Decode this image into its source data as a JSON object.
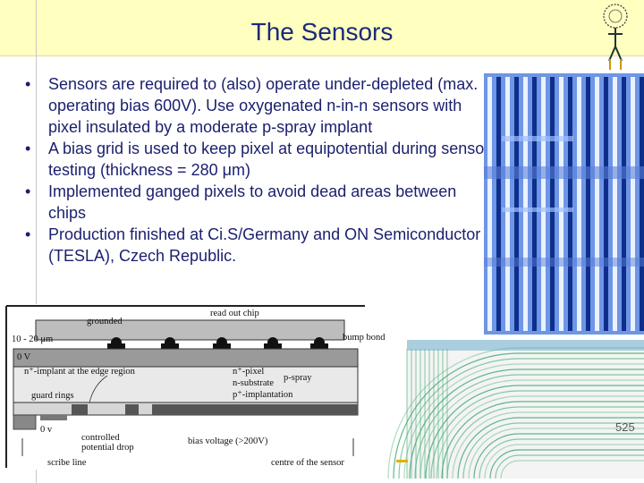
{
  "slide": {
    "title": "The Sensors",
    "bullets": [
      "Sensors are required to (also) operate under-depleted (max. operating bias 600V). Use oxygenated n-in-n sensors with pixel insulated by a moderate p-spray implant",
      "A bias grid is used to keep pixel at equipotential during sensor testing (thickness = 280 μm)",
      "Implemented ganged pixels to avoid dead areas between chips",
      "Production finished at Ci.S/Germany and ON Semiconductor (TESLA), Czech Republic."
    ],
    "bullet_char": "•",
    "page_number": "525"
  },
  "diagram": {
    "labels": {
      "grounded": "grounded",
      "read_out_chip": "read out chip",
      "gap": "10 - 20 μm",
      "zero_v_top": "0 V",
      "bump_bond": "bump bond",
      "n_implant": "n⁺-implant at the edge region",
      "n_pixel": "n⁺-pixel",
      "n_substrate": "n-substrate",
      "p_implant": "p⁺-implantation",
      "p_spray": "p-spray",
      "guard_rings": "guard rings",
      "zero_v_bottom": "0 v",
      "controlled_drop": "controlled",
      "controlled_drop2": "potential drop",
      "bias_voltage": "bias voltage (>200V)",
      "scribe_line": "scribe line",
      "centre": "centre of the sensor"
    }
  },
  "colors": {
    "title_band": "#ffffc0",
    "text": "#1a1f6e",
    "pixel_blue": "#2a5fd0",
    "pixel_dark": "#0d2f8a",
    "corner_green": "#3aa86a"
  }
}
